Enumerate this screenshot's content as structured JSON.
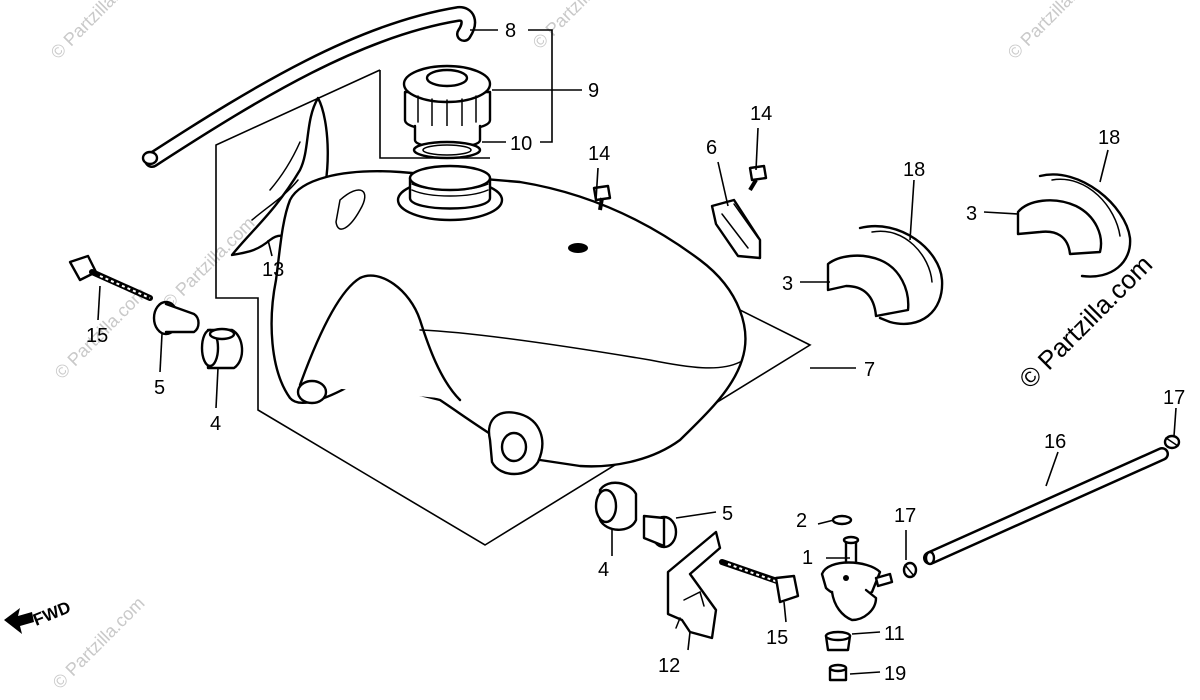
{
  "diagram": {
    "watermark": "© Partzilla.com",
    "fwd_label": "FWD",
    "callouts": {
      "c1": "1",
      "c2": "2",
      "c3a": "3",
      "c3b": "3",
      "c4a": "4",
      "c4b": "4",
      "c5a": "5",
      "c5b": "5",
      "c6": "6",
      "c7": "7",
      "c8": "8",
      "c9": "9",
      "c10": "10",
      "c11": "11",
      "c12": "12",
      "c13": "13",
      "c14a": "14",
      "c14b": "14",
      "c15a": "15",
      "c15b": "15",
      "c16": "16",
      "c17a": "17",
      "c17b": "17",
      "c18a": "18",
      "c18b": "18",
      "c19": "19"
    }
  }
}
